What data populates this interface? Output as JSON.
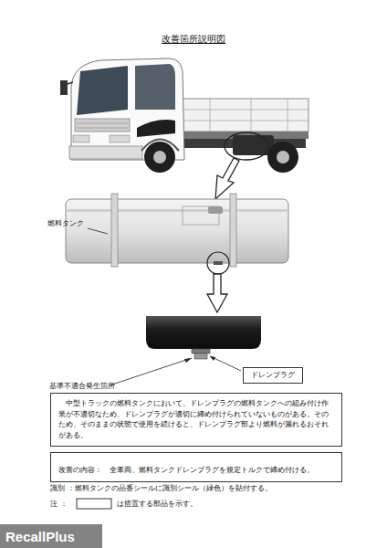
{
  "diagram": {
    "title": "改善箇所説明図",
    "nodes": [
      {
        "text": [
          "ドレンプラグ"
        ]
      },
      {
        "text": [
          "中型トラックの燃料タンクにおいて、ドレンプラグの燃料タンクへの組み付け作業が不適切なため、ドレンプラグが適切に締め付けられていないものがある。そのため、そのままの状態で使用を続けると、ドレンプラグ部より燃料が漏れるおそれがある。"
        ]
      },
      {
        "text": [
          "改善の内容：",
          "全車両、燃料タンクドレンプラグを規定トルクで締め付ける。"
        ]
      }
    ],
    "labels": [
      "燃料タンク",
      "基準不適合発生箇所",
      "識別 ：燃料タンクの品番シールに識別シール（緑色）を貼付する。",
      "注 ：",
      "は措置する部品を示す。",
      "RecallPlus"
    ]
  }
}
